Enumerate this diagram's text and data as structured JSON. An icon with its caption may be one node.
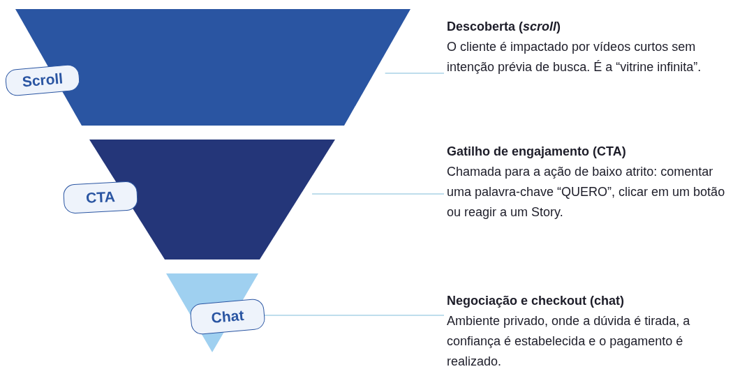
{
  "diagram": {
    "nodes": [
      {
        "text": [],
        "shape": "trapezoid"
      },
      {
        "text": [
          "Scroll"
        ]
      },
      {
        "text": [
          "Descoberta (*scroll*)",
          "O cliente é impactado por vídeos curtos sem intenção prévia de busca. É a “vitrine infinita”."
        ]
      },
      {
        "text": [],
        "shape": "trapezoid"
      },
      {
        "text": [
          "CTA"
        ]
      },
      {
        "text": [
          "Gatilho de engajamento (CTA)",
          "Chamada para a ação de baixo atrito: comentar uma palavra-chave “QUERO”, clicar em um botão ou reagir a um Story."
        ]
      },
      {
        "text": [],
        "shape": "triangle"
      },
      {
        "text": [
          "Chat"
        ]
      },
      {
        "text": [
          "Negociação e checkout (chat)",
          "Ambiente privado, onde a dúvida é tirada, a confiança é estabelecida e o pagamento é realizado."
        ]
      }
    ],
    "edges": [
      {
        "from": 0,
        "to": 2,
        "arrow": "none"
      },
      {
        "from": 3,
        "to": 5,
        "arrow": "none"
      },
      {
        "from": 6,
        "to": 8,
        "arrow": "none"
      }
    ]
  }
}
